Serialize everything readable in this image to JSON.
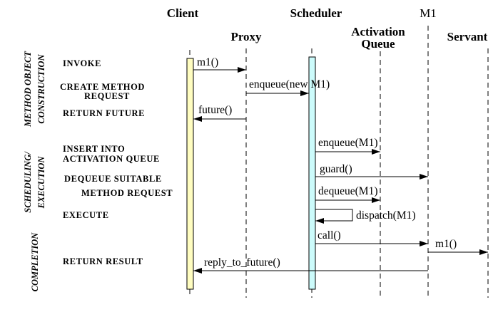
{
  "participants": {
    "client": "Client",
    "proxy": "Proxy",
    "scheduler": "Scheduler",
    "m1": "M1",
    "activation_queue_line1": "Activation",
    "activation_queue_line2": "Queue",
    "servant": "Servant"
  },
  "phases": {
    "method_object_line1": "METHOD OBJECT",
    "method_object_line2": "CONSTRUCTION",
    "scheduling_line1": "SCHEDULING/",
    "scheduling_line2": "EXECUTION",
    "completion": "COMPLETION"
  },
  "steps": {
    "invoke": "INVOKE",
    "create_line1": "CREATE METHOD",
    "create_line2": "REQUEST",
    "return_future": "RETURN FUTURE",
    "insert_line1": "INSERT INTO",
    "insert_line2": "ACTIVATION QUEUE",
    "dequeue_line1": "DEQUEUE SUITABLE",
    "dequeue_line2": "METHOD REQUEST",
    "execute": "EXECUTE",
    "return_result": "RETURN RESULT"
  },
  "messages": {
    "m1_call": "m1()",
    "enqueue_new": "enqueue(new M1)",
    "future": "future()",
    "enqueue_m1": "enqueue(M1)",
    "guard": "guard()",
    "dequeue_m1": "dequeue(M1)",
    "dispatch_m1": "dispatch(M1)",
    "call": "call()",
    "m1_servant": "m1()",
    "reply_to_future": "reply_to_future()"
  },
  "colors": {
    "client_activation": "#fffdc0",
    "scheduler_activation": "#ccfbfb"
  }
}
